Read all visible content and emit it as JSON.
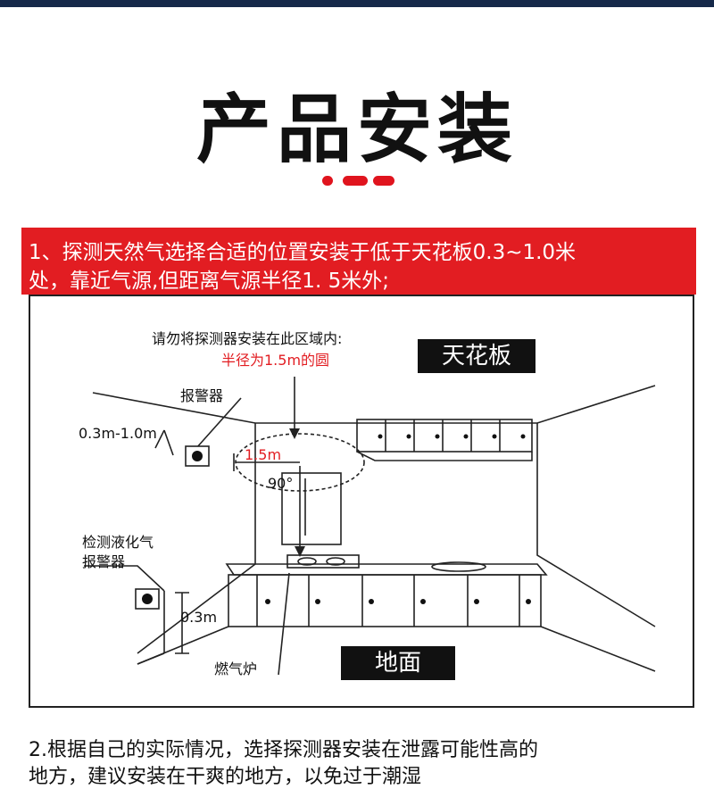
{
  "title": "产品安装",
  "accent_color": "#e21d22",
  "header_bar_color": "#16294a",
  "step1": {
    "line1": "1、探测天然气选择合适的位置安装于低于天花板0.3~1.0米",
    "line2": "处，靠近气源,但距离气源半径1. 5米外;"
  },
  "diagram": {
    "note_line1": "请勿将探测器安装在此区域内:",
    "note_line2": "半径为1.5m的圆",
    "ceiling_tag": "天花板",
    "floor_tag": "地面",
    "alarm_label": "报警器",
    "height_range": "0.3m-1.0m",
    "radius_label": "1.5m",
    "angle_label": "90°",
    "lpg_label_line1": "检测液化气",
    "lpg_label_line2": "报警器",
    "lpg_height": "0.3m",
    "stove_label": "燃气炉"
  },
  "step2": {
    "line1": "2.根据自己的实际情况，选择探测器安装在泄露可能性高的",
    "line2": "地方，建议安装在干爽的地方，以免过于潮湿"
  }
}
